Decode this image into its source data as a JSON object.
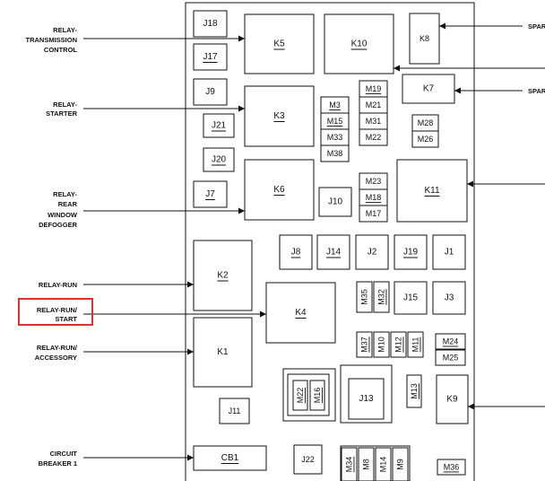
{
  "left_labels": [
    {
      "id": "relay-transmission-control",
      "lines": [
        "RELAY-",
        "TRANSMISSION",
        "CONTROL"
      ],
      "target": "K5"
    },
    {
      "id": "relay-starter",
      "lines": [
        "RELAY-",
        "STARTER"
      ],
      "target": "K3"
    },
    {
      "id": "relay-rear-window-defogger",
      "lines": [
        "RELAY-",
        "REAR",
        "WINDOW",
        "DEFOGGER"
      ],
      "target": "K6"
    },
    {
      "id": "relay-run",
      "lines": [
        "RELAY-RUN"
      ],
      "target": "K2"
    },
    {
      "id": "relay-run-start",
      "lines": [
        "RELAY-RUN/",
        "START"
      ],
      "target": "K4",
      "highlighted": true
    },
    {
      "id": "relay-run-accessory",
      "lines": [
        "RELAY-RUN/",
        "ACCESSORY"
      ],
      "target": "K1"
    },
    {
      "id": "circuit-breaker-1",
      "lines": [
        "CIRCUIT",
        "BREAKER 1"
      ],
      "target": "CB1"
    }
  ],
  "right_labels": [
    {
      "id": "spare-top",
      "text": "SPAR"
    },
    {
      "id": "spare-mid",
      "text": "SPAR"
    }
  ],
  "components": [
    {
      "id": "J18",
      "label": "J18",
      "u": false
    },
    {
      "id": "J17",
      "label": "J17",
      "u": true
    },
    {
      "id": "J9",
      "label": "J9",
      "u": false
    },
    {
      "id": "J21",
      "label": "J21",
      "u": true
    },
    {
      "id": "J20",
      "label": "J20",
      "u": true
    },
    {
      "id": "J7",
      "label": "J7",
      "u": true
    },
    {
      "id": "K5",
      "label": "K5",
      "u": true
    },
    {
      "id": "K10",
      "label": "K10",
      "u": true
    },
    {
      "id": "K8",
      "label": "K8",
      "u": false
    },
    {
      "id": "K7",
      "label": "K7",
      "u": false
    },
    {
      "id": "K3",
      "label": "K3",
      "u": true
    },
    {
      "id": "K6",
      "label": "K6",
      "u": true
    },
    {
      "id": "K11",
      "label": "K11",
      "u": true
    },
    {
      "id": "M3",
      "label": "M3",
      "u": true
    },
    {
      "id": "M15",
      "label": "M15",
      "u": true
    },
    {
      "id": "M33",
      "label": "M33",
      "u": false
    },
    {
      "id": "M38",
      "label": "M38",
      "u": false
    },
    {
      "id": "M19",
      "label": "M19",
      "u": true
    },
    {
      "id": "M21",
      "label": "M21",
      "u": false
    },
    {
      "id": "M31",
      "label": "M31",
      "u": false
    },
    {
      "id": "M22",
      "label": "M22",
      "u": false
    },
    {
      "id": "M28",
      "label": "M28",
      "u": false
    },
    {
      "id": "M26",
      "label": "M26",
      "u": false
    },
    {
      "id": "J10",
      "label": "J10",
      "u": false
    },
    {
      "id": "M23",
      "label": "M23",
      "u": false
    },
    {
      "id": "M18",
      "label": "M18",
      "u": true
    },
    {
      "id": "M17",
      "label": "M17",
      "u": false
    },
    {
      "id": "J8",
      "label": "J8",
      "u": true
    },
    {
      "id": "J14",
      "label": "J14",
      "u": true
    },
    {
      "id": "J2",
      "label": "J2",
      "u": false
    },
    {
      "id": "J19",
      "label": "J19",
      "u": true
    },
    {
      "id": "J1",
      "label": "J1",
      "u": false
    },
    {
      "id": "K2",
      "label": "K2",
      "u": true
    },
    {
      "id": "K4",
      "label": "K4",
      "u": true
    },
    {
      "id": "M35",
      "label": "M35",
      "u": false
    },
    {
      "id": "M32",
      "label": "M32",
      "u": true
    },
    {
      "id": "J15",
      "label": "J15",
      "u": false
    },
    {
      "id": "J3",
      "label": "J3",
      "u": false
    },
    {
      "id": "K1",
      "label": "K1",
      "u": false
    },
    {
      "id": "M37",
      "label": "M37",
      "u": true
    },
    {
      "id": "M10",
      "label": "M10",
      "u": false
    },
    {
      "id": "M12",
      "label": "M12",
      "u": true
    },
    {
      "id": "M11",
      "label": "M11",
      "u": true
    },
    {
      "id": "M24",
      "label": "M24",
      "u": true
    },
    {
      "id": "M25",
      "label": "M25",
      "u": false
    },
    {
      "id": "M22b",
      "label": "M22",
      "u": true
    },
    {
      "id": "M16",
      "label": "M16",
      "u": true
    },
    {
      "id": "J13",
      "label": "J13",
      "u": false
    },
    {
      "id": "M13",
      "label": "M13",
      "u": true
    },
    {
      "id": "K9",
      "label": "K9",
      "u": false
    },
    {
      "id": "J11",
      "label": "J11",
      "u": false
    },
    {
      "id": "CB1",
      "label": "CB1",
      "u": true
    },
    {
      "id": "J22",
      "label": "J22",
      "u": false
    },
    {
      "id": "M34",
      "label": "M34",
      "u": true
    },
    {
      "id": "M8",
      "label": "M8",
      "u": false
    },
    {
      "id": "M14",
      "label": "M14",
      "u": false
    },
    {
      "id": "M9",
      "label": "M9",
      "u": false
    },
    {
      "id": "M36",
      "label": "M36",
      "u": true
    }
  ]
}
